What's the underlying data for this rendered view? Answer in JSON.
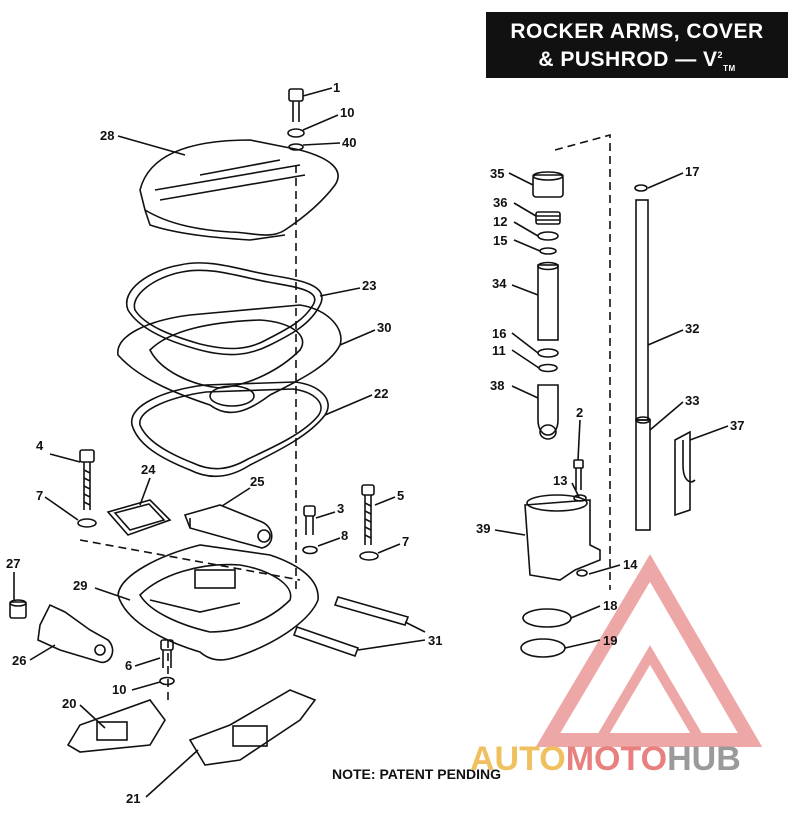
{
  "title": {
    "line1": "ROCKER ARMS, COVER",
    "line2_main": "& PUSHROD — V",
    "line2_sup": "2",
    "line2_sub": "TM"
  },
  "note": "NOTE: PATENT PENDING",
  "watermark": {
    "part1": "AUTO",
    "part2": "MOTO",
    "part3": "HUB",
    "colors": {
      "part1": "#f0c060",
      "part2": "#e88080",
      "part3": "#9a9a9a",
      "logo": "#e06060"
    }
  },
  "callouts": [
    "1",
    "10",
    "40",
    "28",
    "23",
    "30",
    "22",
    "4",
    "24",
    "25",
    "7",
    "3",
    "5",
    "8",
    "7",
    "27",
    "29",
    "31",
    "26",
    "6",
    "10",
    "20",
    "21",
    "35",
    "36",
    "12",
    "15",
    "34",
    "16",
    "11",
    "38",
    "17",
    "32",
    "33",
    "37",
    "2",
    "13",
    "39",
    "14",
    "18",
    "19"
  ]
}
